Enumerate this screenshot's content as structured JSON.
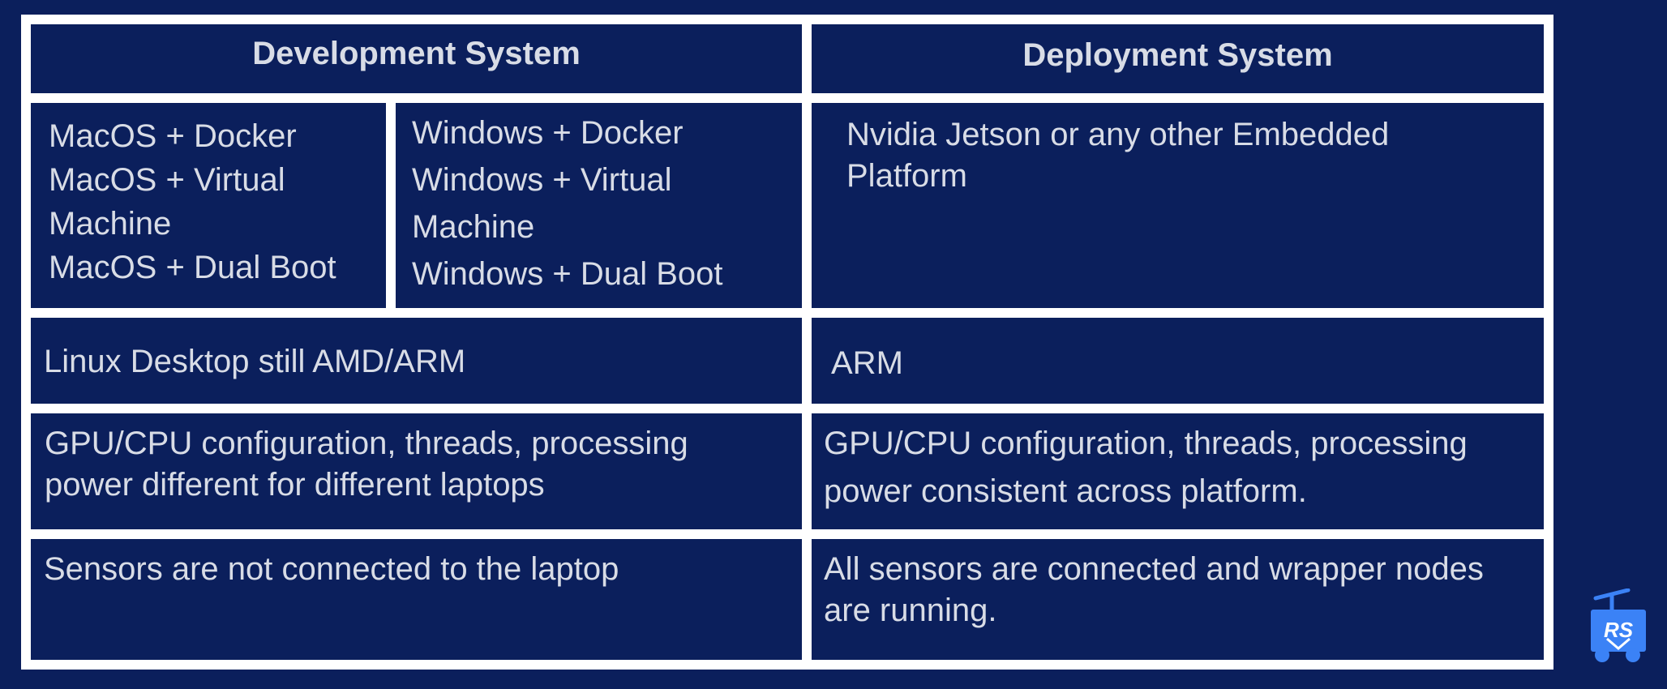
{
  "table": {
    "headers": {
      "development": "Development System",
      "deployment": "Deployment System"
    },
    "platforms": {
      "macos": [
        "MacOS + Docker",
        "MacOS + Virtual",
        "Machine",
        "MacOS + Dual Boot"
      ],
      "windows": [
        "Windows + Docker",
        "Windows + Virtual",
        "Machine",
        "Windows + Dual Boot"
      ],
      "deployment": "Nvidia Jetson or any other Embedded Platform"
    },
    "architecture": {
      "development": "Linux Desktop still AMD/ARM",
      "deployment": "ARM"
    },
    "compute": {
      "development": "GPU/CPU configuration, threads, processing power different for different laptops",
      "deployment": "GPU/CPU configuration, threads, processing power consistent across platform."
    },
    "sensors": {
      "development": "Sensors are not connected to the laptop",
      "deployment": "All sensors are connected and wrapper nodes are running."
    }
  },
  "logo": {
    "icon": "robot-cart-logo-icon",
    "text": "RS",
    "color": "#3b82f6"
  },
  "colors": {
    "background": "#0b1f5c",
    "grid": "#ffffff",
    "text": "#d8dce6"
  }
}
